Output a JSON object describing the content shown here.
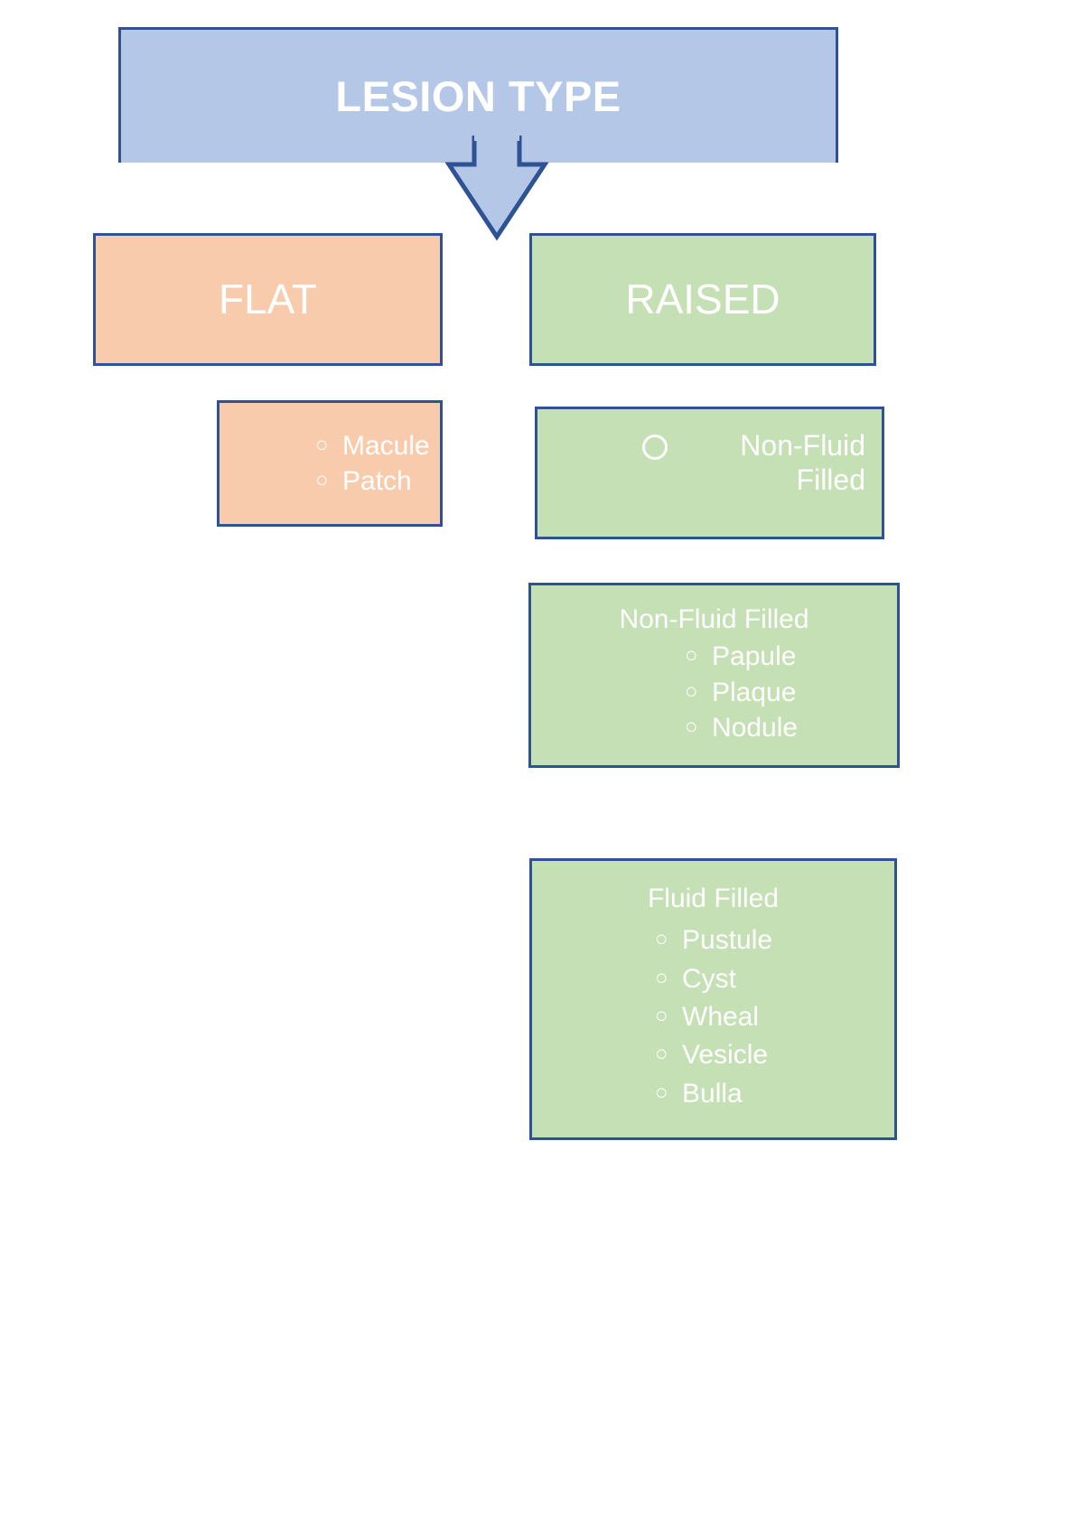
{
  "page": {
    "title": "Lesion Type",
    "background": "#FFFFFF"
  },
  "colors": {
    "header_fill": "#B4C7E7",
    "flat_fill": "#F8CBAD",
    "raised_fill": "#C5E0B4",
    "border": "#2E5395",
    "text": "#FFFFFF"
  },
  "header": {
    "label": "LESION TYPE"
  },
  "arrow": {
    "name": "down-arrow",
    "direction": "down",
    "fill": "#B4C7E7",
    "stroke": "#2E5395"
  },
  "branches": {
    "flat": {
      "label": "FLAT",
      "detail": {
        "heading": "",
        "bullet_glyph": "○",
        "items": [
          "Macule",
          "Patch"
        ]
      }
    },
    "raised": {
      "label": "RAISED",
      "callout": {
        "bullet_glyph": "○",
        "label_line1": "Non-Fluid",
        "label_line2": "Filled"
      },
      "groups": [
        {
          "heading": "Non-Fluid Filled",
          "bullet_glyph": "○",
          "items": [
            "Papule",
            "Plaque",
            "Nodule"
          ]
        },
        {
          "heading": "Fluid Filled",
          "bullet_glyph": "○",
          "items": [
            "Pustule",
            "Cyst",
            "Wheal",
            "Vesicle",
            "Bulla"
          ]
        }
      ]
    }
  }
}
